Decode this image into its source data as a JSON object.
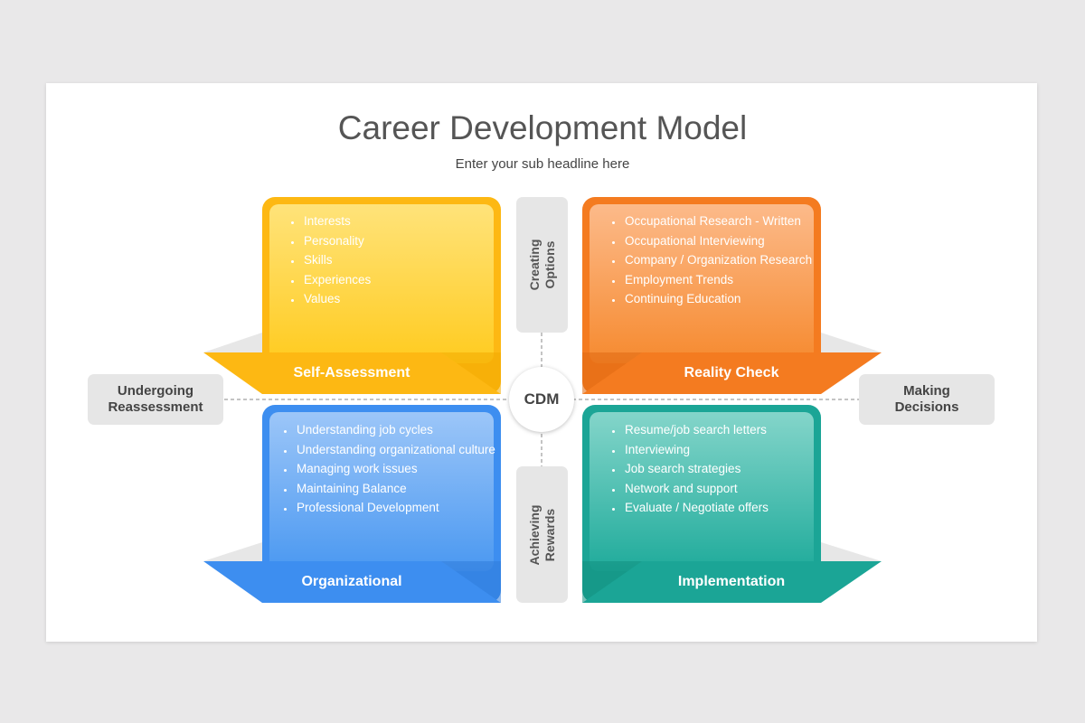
{
  "title": "Career Development Model",
  "subtitle": "Enter your sub headline here",
  "center": "CDM",
  "side_left": "Undergoing Reassessment",
  "side_right": "Making Decisions",
  "tab_top": "Creating Options",
  "tab_bottom": "Achieving Rewards",
  "colors": {
    "yellow": "#FDB813",
    "orange": "#F47B20",
    "blue": "#3D8EF0",
    "teal": "#1BA596"
  },
  "quadrants": {
    "self_assessment": {
      "label": "Self-Assessment",
      "items": [
        "Interests",
        "Personality",
        "Skills",
        "Experiences",
        "Values"
      ]
    },
    "reality_check": {
      "label": "Reality Check",
      "items": [
        "Occupational Research - Written",
        "Occupational Interviewing",
        "Company / Organization Research",
        "Employment Trends",
        "Continuing Education"
      ]
    },
    "organizational": {
      "label": "Organizational",
      "items": [
        "Understanding job cycles",
        "Understanding organizational culture",
        "Managing work issues",
        "Maintaining Balance",
        "Professional Development"
      ]
    },
    "implementation": {
      "label": "Implementation",
      "items": [
        "Resume/job search letters",
        "Interviewing",
        "Job search strategies",
        "Network and support",
        "Evaluate / Negotiate offers"
      ]
    }
  }
}
